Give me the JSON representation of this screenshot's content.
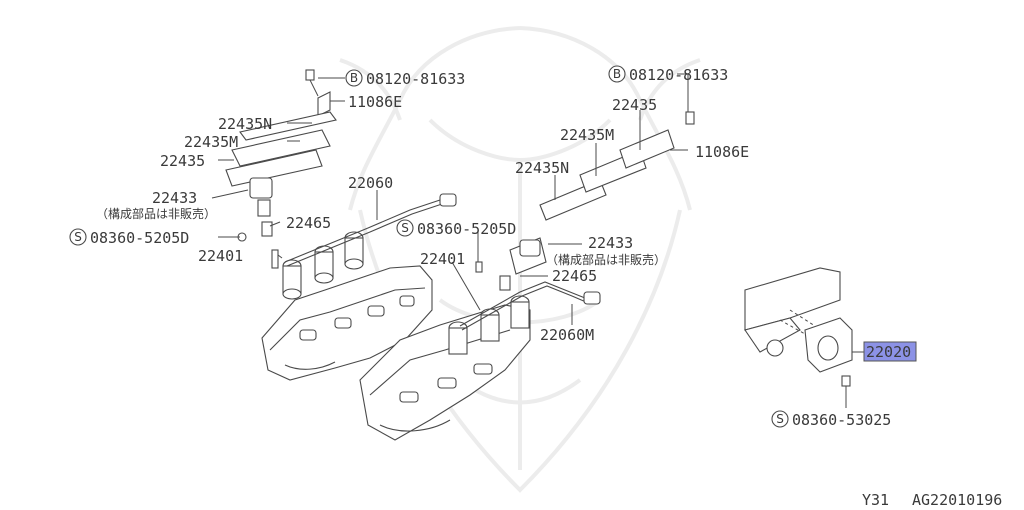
{
  "diagram": {
    "labels": {
      "left_bolt_b": "08120-81633",
      "left_11086e": "11086E",
      "left_22435n": "22435N",
      "left_22435m": "22435M",
      "left_22435": "22435",
      "left_22433": "22433",
      "left_note": "（構成部品は非販売）",
      "left_22465": "22465",
      "left_screw_s": "08360-5205D",
      "left_22401": "22401",
      "center_22060": "22060",
      "right_bolt_b": "08120-81633",
      "right_22435": "22435",
      "right_22435m": "22435M",
      "right_11086e": "11086E",
      "right_22435n": "22435N",
      "center_screw_s": "08360-5205D",
      "right_22433": "22433",
      "right_note": "（構成部品は非販売）",
      "center_22401": "22401",
      "right_22465": "22465",
      "center_22060m": "22060M",
      "highlight_22020": "22020",
      "bottom_screw_s": "08360-53025"
    },
    "circle_letters": {
      "b": "B",
      "s": "S"
    },
    "highlight_color": "#8c92e6"
  },
  "footer": {
    "model": "Y31",
    "code": "AG22010196"
  }
}
